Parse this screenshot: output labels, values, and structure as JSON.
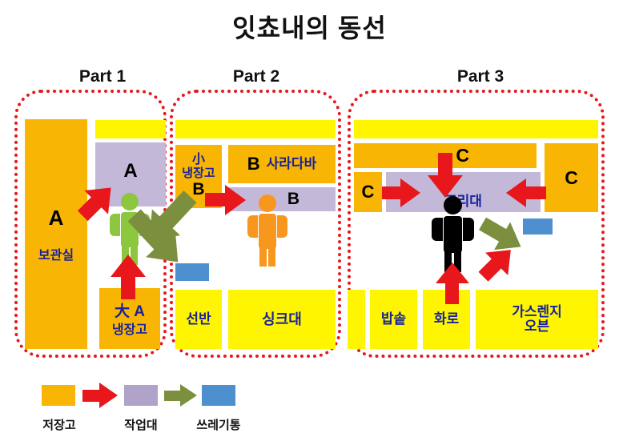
{
  "title": "잇쵸내의 동선",
  "parts": [
    {
      "caption": "Part 1"
    },
    {
      "caption": "Part 2"
    },
    {
      "caption": "Part 3"
    }
  ],
  "part1": {
    "storage_letter": "A",
    "storage_label": "보관실",
    "worktop_letter": "A",
    "fridge_letter": "大  A",
    "fridge_label": "냉장고",
    "person_color": "#8DC63F"
  },
  "part2": {
    "small_fridge_label_1": "小",
    "small_fridge_label_2": "냉장고",
    "small_fridge_letter": "B",
    "saladbar_letter": "B",
    "saladbar_label": "사라다바",
    "worktop_letter": "B",
    "shelf_label": "선반",
    "sink_label": "싱크대",
    "person_color": "#F7971D"
  },
  "part3": {
    "top_letter": "C",
    "left_letter": "C",
    "right_letter": "C",
    "worktop_label": "조리대",
    "rice_cooker_label": "밥솥",
    "stove_label": "화로",
    "gas_oven_label_1": "가스렌지",
    "gas_oven_label_2": "오븐",
    "person_color": "#000000"
  },
  "legend": {
    "items": [
      {
        "kind": "swatch",
        "color": "#F8B503",
        "label": "저장고"
      },
      {
        "kind": "arrow",
        "color": "#E8171B",
        "label": ""
      },
      {
        "kind": "swatch",
        "color": "#B0A2C8",
        "label": "작업대"
      },
      {
        "kind": "arrow",
        "color": "#7B8F3E",
        "label": ""
      },
      {
        "kind": "swatch",
        "color": "#4E8FD0",
        "label": "쓰레기통"
      }
    ],
    "labels": [
      "저장고",
      "작업대",
      "쓰레기통"
    ]
  },
  "colors": {
    "red_arrow": "#E8171B",
    "green_arrow": "#7B8F3E",
    "orange_storage": "#F8B503",
    "yellow_unit": "#FFF500",
    "purple_worktop": "#C3B8D8",
    "blue_bin": "#4E8FD0",
    "frame_dotted": "#E8171B",
    "korean_text": "#17229B"
  }
}
